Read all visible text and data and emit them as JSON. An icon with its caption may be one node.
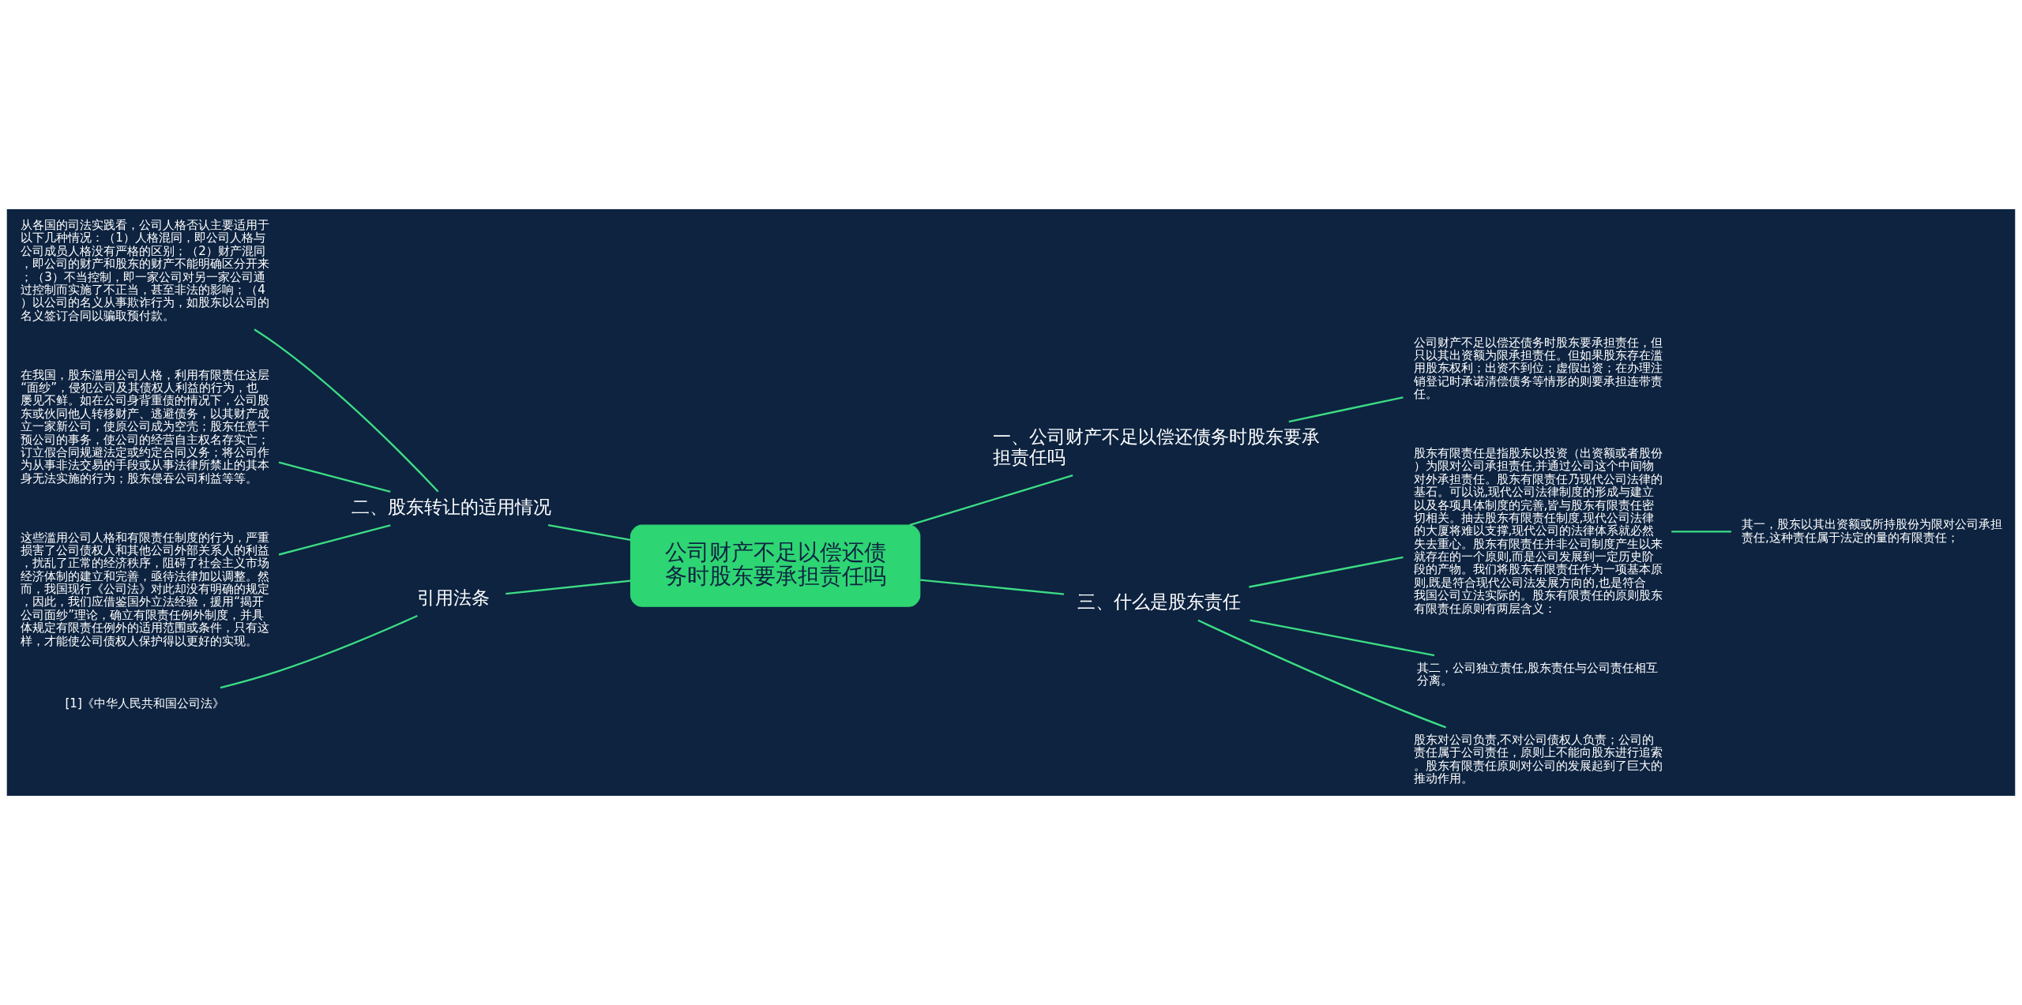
{
  "diagram": {
    "nodes": [
      {
        "text": [
          "公司财产不足以偿还债务时股东要承担责任吗"
        ]
      },
      {
        "text": [
          "一、公司财产不足以偿还债务时股东要承担责任吗"
        ]
      },
      {
        "text": [
          "二、股东转让的适用情况"
        ]
      },
      {
        "text": [
          "三、什么是股东责任"
        ]
      },
      {
        "text": [
          "引用法条"
        ]
      },
      {
        "text": [
          "公司财产不足以偿还债务时股东要承担责任，但只以其出资额为限承担责任。但如果股东存在滥用股东权利；出资不到位；虚假出资；在办理注销登记时承诺清偿债务等情形的则要承担连带责任。"
        ]
      },
      {
        "text": [
          "从各国的司法实践看，公司人格否认主要适用于以下几种情况：（1）人格混同，即公司人格与公司成员人格没有严格的区别；（2）财产混同，即公司的财产和股东的财产不能明确区分开来；（3）不当控制，即一家公司对另一家公司通过控制而实施了不正当，甚至非法的影响；（4）以公司的名义从事欺诈行为，如股东以公司的名义签订合同以骗取预付款。"
        ]
      },
      {
        "text": [
          "在我国，股东滥用公司人格，利用有限责任这层“面纱”，侵犯公司及其债权人利益的行为，也屡见不鲜。如在公司身背重债的情况下，公司股东或伙同他人转移财产、逃避债务，以其财产成立一家新公司，使原公司成为空壳；股东任意干预公司的事务，使公司的经营自主权名存实亡；订立假合同规避法定或约定合同义务；将公司作为从事非法交易的手段或从事法律所禁止的其本身无法实施的行为；股东侵吞公司利益等等。"
        ]
      },
      {
        "text": [
          "这些滥用公司人格和有限责任制度的行为，严重损害了公司债权人和其他公司外部关系人的利益，扰乱了正常的经济秩序，阻碍了社会主义市场经济体制的建立和完善，亟待法律加以调整。然而，我国现行《公司法》对此却没有明确的规定，因此，我们应借鉴国外立法经验，援用“揭开公司面纱”理论，确立有限责任例外制度，并具体规定有限责任例外的适用范围或条件，只有这样，才能使公司债权人保护得以更好的实现。"
        ]
      },
      {
        "text": [
          "股东有限责任是指股东以投资（出资额或者股份）为限对公司承担责任,并通过公司这个中间物对外承担责任。股东有限责任乃现代公司法律的基石。可以说,现代公司法律制度的形成与建立以及各项具体制度的完善,皆与股东有限责任密切相关。抽去股东有限责任制度,现代公司法律的大厦将难以支撑,现代公司的法律体系就必然失去重心。股东有限责任并非公司制度产生以来就存在的一个原则,而是公司发展到一定历史阶段的产物。我们将股东有限责任作为一项基本原则,既是符合现代公司法发展方向的,也是符合我国公司立法实际的。股东有限责任的原则股东有限责任原则有两层含义："
        ]
      },
      {
        "text": [
          "其二，公司独立责任,股东责任与公司责任相互分离。"
        ]
      },
      {
        "text": [
          "股东对公司负责,不对公司债权人负责；公司的责任属于公司责任，原则上不能向股东进行追索。股东有限责任原则对公司的发展起到了巨大的推动作用。"
        ]
      },
      {
        "text": [
          "其一，股东以其出资额或所持股份为限对公司承担责任,这种责任属于法定的量的有限责任；"
        ]
      },
      {
        "text": [
          "[1]《中华人民共和国公司法》"
        ]
      }
    ],
    "edges": [
      {
        "from": 0,
        "to": 1,
        "arrow": "none"
      },
      {
        "from": 1,
        "to": 5,
        "arrow": "none"
      },
      {
        "from": 2,
        "to": 0,
        "arrow": "none"
      },
      {
        "from": 6,
        "to": 2,
        "arrow": "none"
      },
      {
        "from": 7,
        "to": 2,
        "arrow": "none"
      },
      {
        "from": 8,
        "to": 2,
        "arrow": "none"
      },
      {
        "from": 0,
        "to": 3,
        "arrow": "none"
      },
      {
        "from": 3,
        "to": 9,
        "arrow": "none"
      },
      {
        "from": 9,
        "to": 12,
        "arrow": "none"
      },
      {
        "from": 3,
        "to": 10,
        "arrow": "none"
      },
      {
        "from": 3,
        "to": 11,
        "arrow": "none"
      },
      {
        "from": 4,
        "to": 0,
        "arrow": "none"
      },
      {
        "from": 13,
        "to": 4,
        "arrow": "none"
      }
    ]
  }
}
